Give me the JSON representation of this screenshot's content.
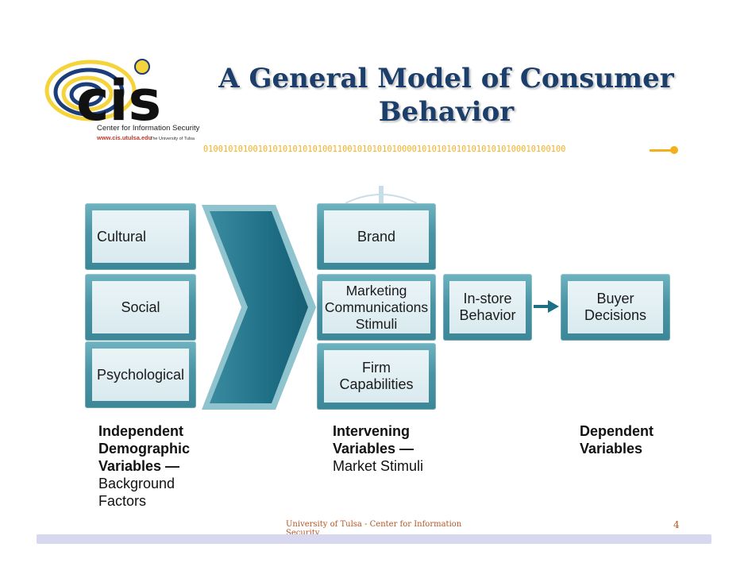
{
  "slide": {
    "title_line1": "A General Model of Consumer",
    "title_line2": "Behavior",
    "binary_string": "0100101010010101010101010011001010101010000101010101010101010100010100100"
  },
  "logo": {
    "letters": "cis",
    "name": "Center for Information Security",
    "url": "www.cis.utulsa.edu",
    "university": "The University of Tulsa"
  },
  "diagram": {
    "independent_boxes": [
      "Cultural",
      "Social",
      "Psychological"
    ],
    "intervening_boxes": [
      "Brand",
      "Marketing Communications Stimuli",
      "Firm Capabilities"
    ],
    "instore_box": "In-store Behavior",
    "decision_box": "Buyer Decisions",
    "captions": {
      "independent_bold": "Independent Demographic Variables —",
      "independent_plain": "Background Factors",
      "intervening_bold": "Intervening Variables —",
      "intervening_plain": "Market Stimuli",
      "dependent_bold": "Dependent Variables"
    }
  },
  "footer": {
    "text": "University of Tulsa - Center for Information Security",
    "page_number": "4"
  },
  "colors": {
    "title": "#1b3e6b",
    "binary": "#f2b01e",
    "teal": "#4a94a5",
    "footer_text": "#b5541e",
    "footer_bar": "#d7d8ef"
  }
}
